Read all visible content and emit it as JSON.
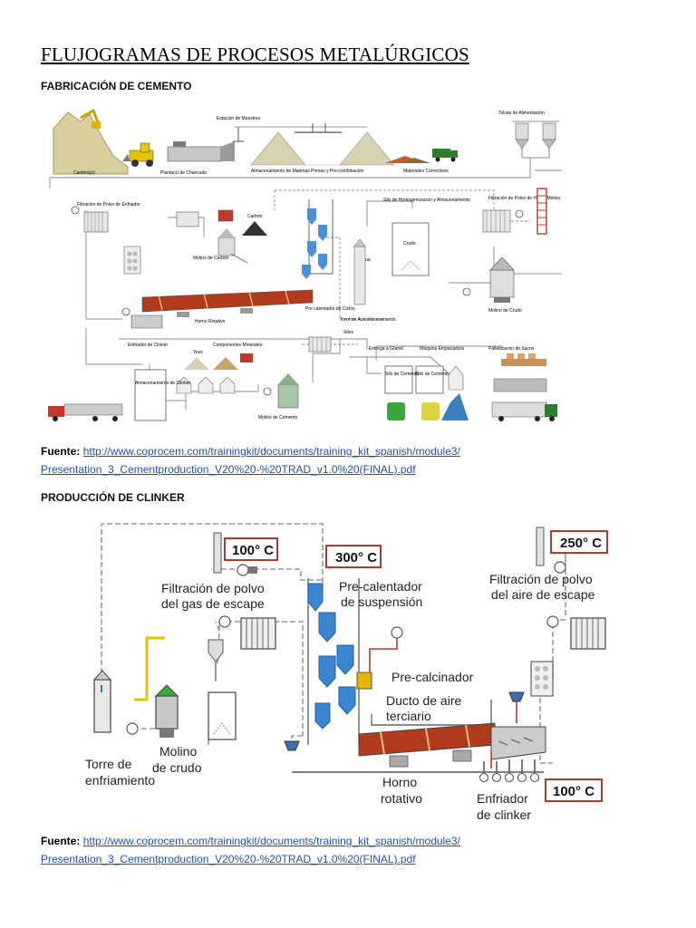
{
  "title": "FLUJOGRAMAS DE PROCESOS METALÚRGICOS",
  "sections": [
    {
      "heading": "FABRICACIÓN DE CEMENTO",
      "source_label": "Fuente:",
      "source_link_line1": "http://www.coprocem.com/trainingkit/documents/training_kit_spanish/module3/",
      "source_link_line2": "Presentation_3_Cementproduction_V20%20-%20TRAD_v1.0%20(FINAL).pdf"
    },
    {
      "heading": "PRODUCCIÓN DE CLINKER",
      "source_label": "Fuente:",
      "source_link_line1": "http://www.coprocem.com/trainingkit/documents/training_kit_spanish/module3/",
      "source_link_line2": "Presentation_3_Cementproduction_V20%20-%20TRAD_v1.0%20(FINAL).pdf"
    }
  ],
  "diagram1": {
    "labels": {
      "cantera": "Cantera(s)",
      "planta_chancado": "Planta(s) de Chancado",
      "estacion_muestreo": "Estación de Muestreo",
      "almacenamiento_materias": "Almacenamiento de Materias Primas y Pre-combinación",
      "materiales_correctivos": "Materiales Correctivos",
      "tolvas": "Tolvas de Alimentación",
      "filtracion_enfriador": "Filtración de Polvo de Enfriador",
      "carbon": "Carbón",
      "molino_carbon": "Molino de Carbón",
      "silo_homogenizacion": "Silo de Homogenización y Almacenamiento",
      "crudo": "Crudo",
      "agua": "Agua",
      "filtracion_horno": "Filtración de Polvo de Horno/Molino",
      "horno_rotativo": "Horno Rotativo",
      "precalentador_ciclon": "Pre calentador de Ciclón",
      "torre_acondicionamiento": "Torre de Acondicionamiento",
      "molino_crudo": "Molino de Crudo",
      "enfriador_clinker": "Enfriador de Clinker",
      "yeso": "Yeso",
      "componentes_minerales": "Componentes Minerales",
      "silos": "Silos",
      "almacenamiento_clinker": "Almacenamiento de Clinker",
      "molino_cemento": "Molino de Cemento",
      "entrega_granel": "Entrega a Granel",
      "maquina_empacadora": "Máquina Empacadora",
      "paletizacion": "Palletización de Sacos",
      "silo_cemento_1": "Silo de Cemento",
      "silo_cemento_2": "Silo de Cemento"
    }
  },
  "diagram2": {
    "labels": {
      "temp_gas": "100° C",
      "temp_pre": "300° C",
      "temp_aire": "250° C",
      "temp_enfriador": "100° C",
      "filtracion_gas_1": "Filtración de polvo",
      "filtracion_gas_2": "del gas de escape",
      "precalentador_1": "Pre-calentador",
      "precalentador_2": "de suspensión",
      "filtracion_aire_1": "Filtración de polvo",
      "filtracion_aire_2": "del aire de escape",
      "precalcinador": "Pre-calcinador",
      "ducto_1": "Ducto de aire",
      "ducto_2": "terciario",
      "molino_1": "Molino",
      "molino_2": "de crudo",
      "torre_1": "Torre de",
      "torre_2": "enfriamiento",
      "horno_1": "Horno",
      "horno_2": "rotativo",
      "enfriador_1": "Enfriador",
      "enfriador_2": "de clinker"
    }
  }
}
